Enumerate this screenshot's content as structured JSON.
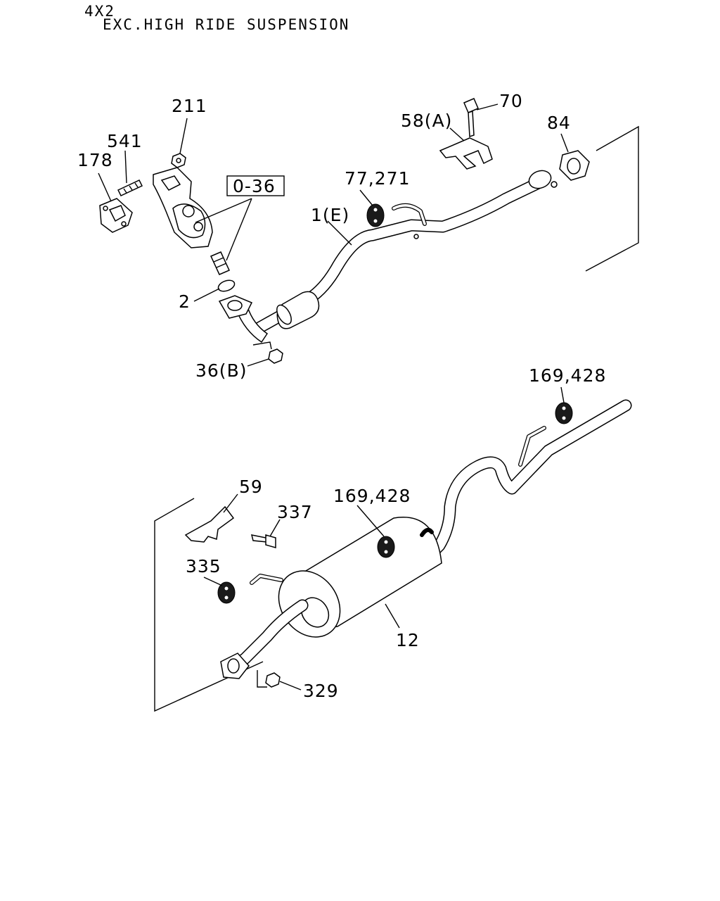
{
  "header": {
    "line1": "4X2",
    "line2": "EXC.HIGH RIDE SUSPENSION"
  },
  "callouts": {
    "c211": "211",
    "c541": "541",
    "c178": "178",
    "c036": "0-36",
    "c2": "2",
    "c36b": "36(B)",
    "c7727": "77,271",
    "c1e": "1(E)",
    "c58a": "58(A)",
    "c70": "70",
    "c84": "84",
    "c169a": "169,428",
    "c59": "59",
    "c337": "337",
    "c169b": "169,428",
    "c335": "335",
    "c12": "12",
    "c329": "329"
  }
}
